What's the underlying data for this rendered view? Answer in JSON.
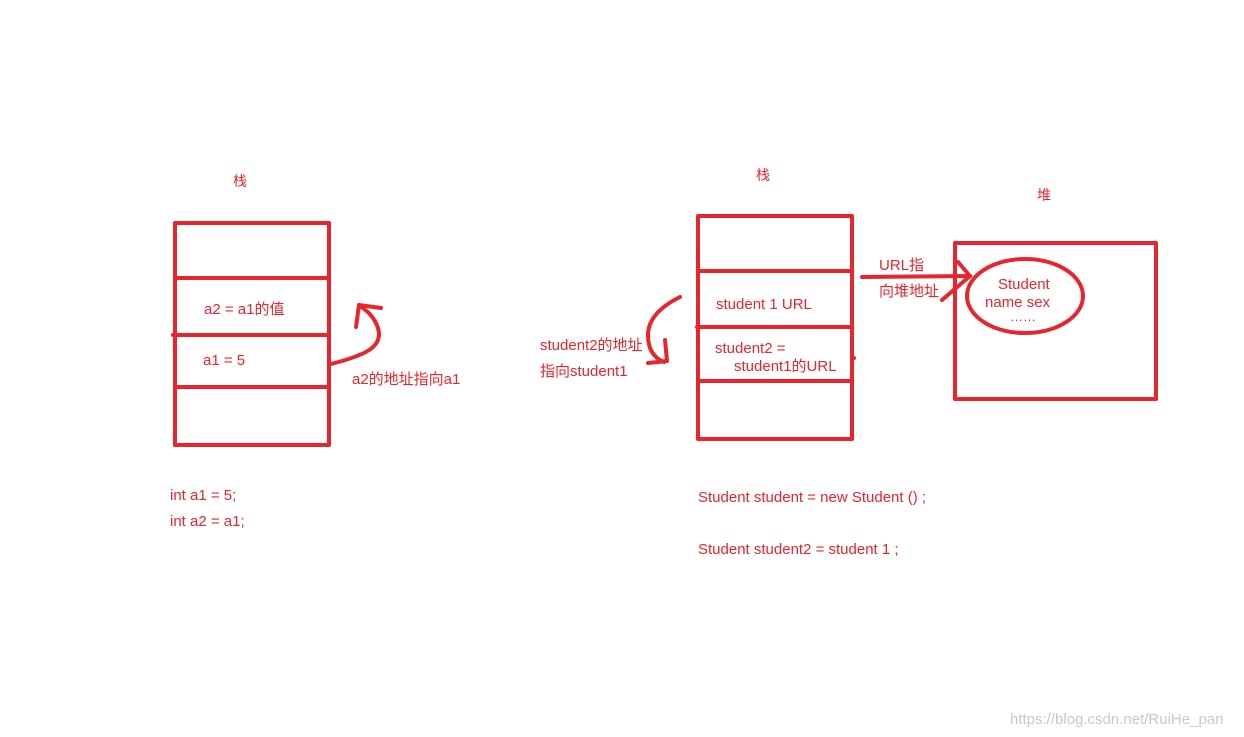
{
  "left": {
    "title": "栈",
    "cells": [
      "",
      "a2  = a1的值",
      "a1 = 5",
      ""
    ],
    "arrow_label": "a2的地址指向a1",
    "code": [
      "int a1 = 5;",
      "int a2 = a1;"
    ]
  },
  "right": {
    "stack_title": "栈",
    "heap_title": "堆",
    "cells": [
      "",
      "student 1     URL",
      "student2 =",
      ""
    ],
    "cell3_line2": "student1的URL",
    "left_note": [
      "student2的地址",
      "指向student1"
    ],
    "url_note": [
      "URL指",
      "向堆地址"
    ],
    "heap_object": [
      "Student",
      "name   sex",
      "……"
    ],
    "code": [
      "Student student = new Student () ;",
      "Student student2 =  student 1 ;"
    ]
  },
  "watermark": "https://blog.csdn.net/RuiHe_pan",
  "colors": {
    "stroke": "#e8242c",
    "watermark": "#c8c8c8"
  }
}
